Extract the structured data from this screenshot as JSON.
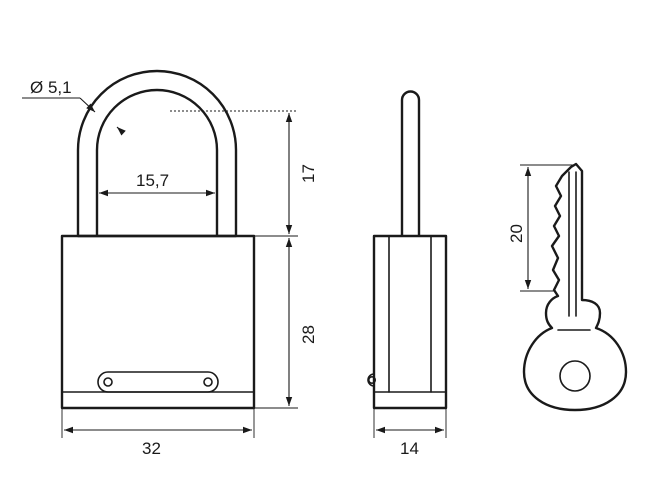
{
  "dimensions": {
    "shackle_diameter": "Ø 5,1",
    "shackle_inner_width": "15,7",
    "shackle_height": "17",
    "body_height": "28",
    "body_width": "32",
    "side_thickness": "14",
    "key_blade_length": "20"
  },
  "colors": {
    "stroke": "#1a1a1a",
    "background": "#ffffff"
  }
}
